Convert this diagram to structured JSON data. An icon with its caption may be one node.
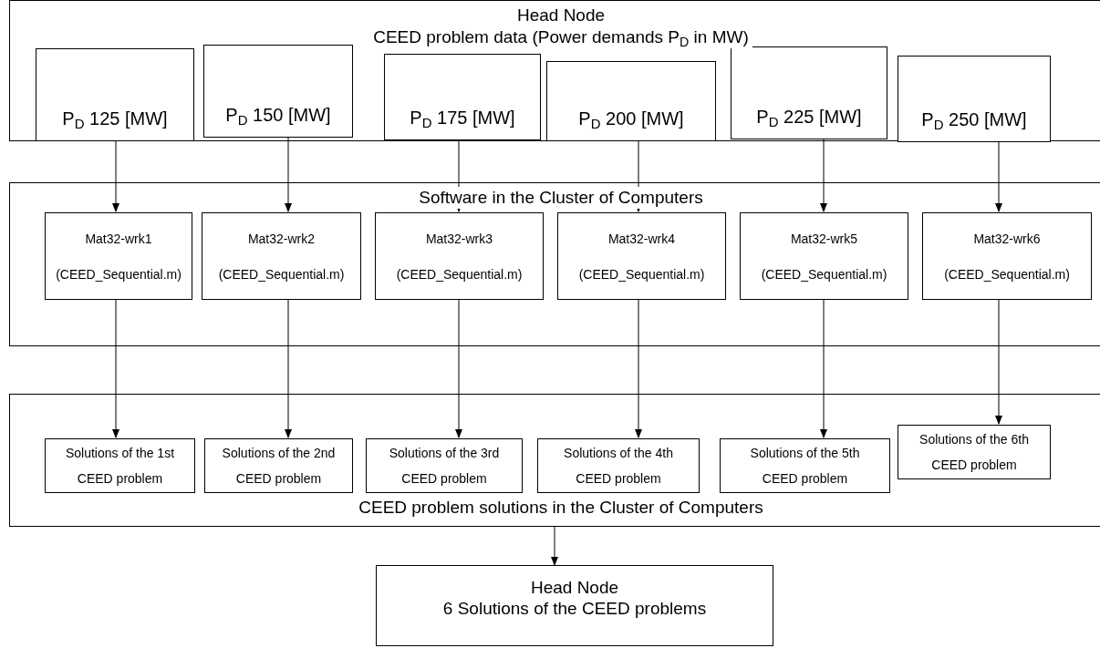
{
  "diagram": {
    "nodes": [
      {
        "text": [
          "Head Node",
          "CEED problem data (Power demands P$_{D}$ in MW)"
        ]
      },
      {
        "text": [
          "P$_{D}$ 125 [MW]"
        ],
        "in": 0
      },
      {
        "text": [
          "P$_{D}$ 150 [MW]"
        ],
        "in": 0
      },
      {
        "text": [
          "P$_{D}$ 175 [MW]"
        ],
        "in": 0
      },
      {
        "text": [
          "P$_{D}$ 200 [MW]"
        ],
        "in": 0
      },
      {
        "text": [
          "P$_{D}$ 225 [MW]"
        ],
        "in": 0
      },
      {
        "text": [
          "P$_{D}$ 250 [MW]"
        ],
        "in": 0
      },
      {
        "text": [
          "Software in the Cluster of Computers"
        ]
      },
      {
        "text": [
          "Mat32-wrk1",
          "(CEED_Sequential.m)"
        ],
        "in": 7
      },
      {
        "text": [
          "Mat32-wrk2",
          "(CEED_Sequential.m)"
        ],
        "in": 7
      },
      {
        "text": [
          "Mat32-wrk3",
          "(CEED_Sequential.m)"
        ],
        "in": 7
      },
      {
        "text": [
          "Mat32-wrk4",
          "(CEED_Sequential.m)"
        ],
        "in": 7
      },
      {
        "text": [
          "Mat32-wrk5",
          "(CEED_Sequential.m)"
        ],
        "in": 7
      },
      {
        "text": [
          "Mat32-wrk6",
          "(CEED_Sequential.m)"
        ],
        "in": 7
      },
      {
        "text": [
          "CEED problem solutions in the Cluster of Computers"
        ]
      },
      {
        "text": [
          "Solutions of the 1st CEED problem"
        ],
        "in": 14
      },
      {
        "text": [
          "Solutions of the 2nd CEED problem"
        ],
        "in": 14
      },
      {
        "text": [
          "Solutions of the 3rd CEED problem"
        ],
        "in": 14
      },
      {
        "text": [
          "Solutions of the 4th CEED problem"
        ],
        "in": 14
      },
      {
        "text": [
          "Solutions of the 5th CEED problem"
        ],
        "in": 14
      },
      {
        "text": [
          "Solutions of the 6th CEED problem"
        ],
        "in": 14
      },
      {
        "text": [
          "Head Node",
          "6 Solutions of the CEED problems"
        ]
      }
    ],
    "edges": [
      {
        "from": 1,
        "to": 8,
        "arrow": "to"
      },
      {
        "from": 2,
        "to": 9,
        "arrow": "to"
      },
      {
        "from": 3,
        "to": 10,
        "arrow": "to"
      },
      {
        "from": 4,
        "to": 11,
        "arrow": "to"
      },
      {
        "from": 5,
        "to": 12,
        "arrow": "to"
      },
      {
        "from": 6,
        "to": 13,
        "arrow": "to"
      },
      {
        "from": 8,
        "to": 15,
        "arrow": "to"
      },
      {
        "from": 9,
        "to": 16,
        "arrow": "to"
      },
      {
        "from": 10,
        "to": 17,
        "arrow": "to"
      },
      {
        "from": 11,
        "to": 18,
        "arrow": "to"
      },
      {
        "from": 12,
        "to": 19,
        "arrow": "to"
      },
      {
        "from": 13,
        "to": 20,
        "arrow": "to"
      },
      {
        "from": 14,
        "to": 21,
        "arrow": "to"
      }
    ]
  }
}
